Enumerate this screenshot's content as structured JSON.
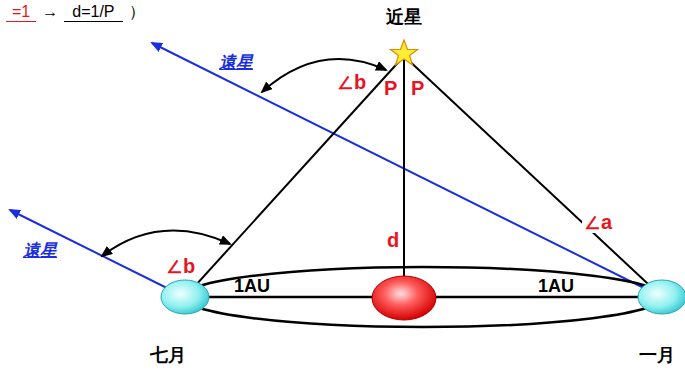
{
  "diagram": {
    "labels": [
      "=1",
      "→",
      "d=1/P",
      "）",
      "近星",
      "遠星",
      "∠b",
      "P",
      "P",
      "∠a",
      "d",
      "遠星",
      "∠b",
      "1AU",
      "1AU",
      "七月",
      "一月"
    ]
  }
}
